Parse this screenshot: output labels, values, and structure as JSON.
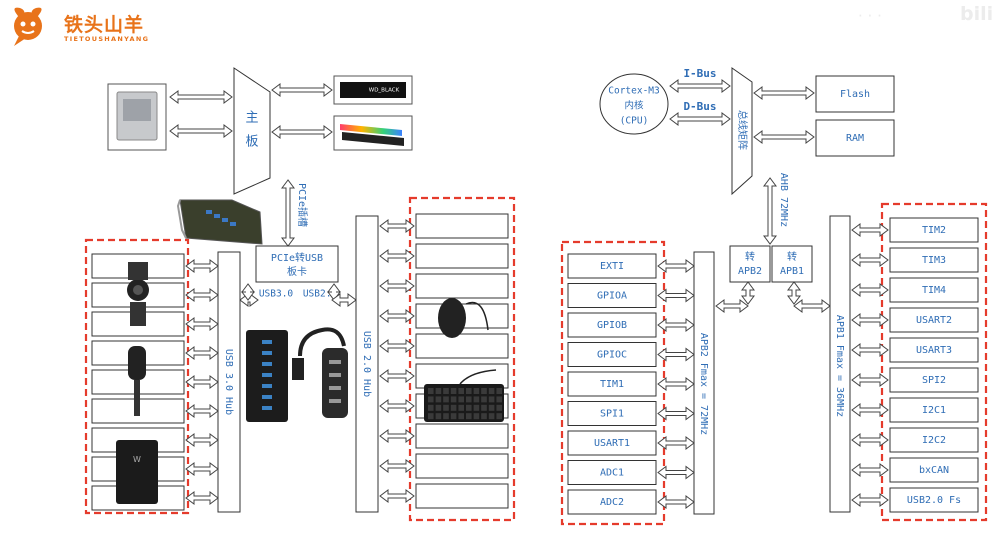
{
  "logo": {
    "name": "铁头山羊",
    "subtitle": "TIETOUSHANYANG",
    "brand_color": "#e8731a"
  },
  "watermark": {
    "text_left": "· · ·",
    "text_right": "bili"
  },
  "left_diagram": {
    "mainboard_label": "主\n板",
    "pcie_slot_label": "PCIe插槽",
    "pcie_card_label_line1": "PCIe转USB",
    "pcie_card_label_line2": "板卡",
    "usb3_port_label": "USB3.0",
    "usb2_port_label": "USB2.0",
    "usb3_hub_label": "USB 3.0 Hub",
    "usb2_hub_label": "USB 2.0 Hub",
    "ssd_brand": "WD_BLACK",
    "usb3_device_slots": 9,
    "usb2_device_slots": 10,
    "highlight_color": "#e53b2c"
  },
  "right_diagram": {
    "cpu_line1": "Cortex-M3",
    "cpu_line2": "内核",
    "cpu_line3": "(CPU)",
    "ibus_label": "I-Bus",
    "dbus_label": "D-Bus",
    "bus_matrix_label": "总线矩阵",
    "flash_label": "Flash",
    "ram_label": "RAM",
    "ahb_label": "AHB 72MHz",
    "bridge2_line1": "转",
    "bridge2_line2": "APB2",
    "bridge1_line1": "转",
    "bridge1_line2": "APB1",
    "apb2_bus_label": "APB2 Fmax = 72MHz",
    "apb1_bus_label": "APB1 Fmax = 36MHz",
    "apb2_peripherals": [
      "EXTI",
      "GPIOA",
      "GPIOB",
      "GPIOC",
      "TIM1",
      "SPI1",
      "USART1",
      "ADC1",
      "ADC2"
    ],
    "apb1_peripherals": [
      "TIM2",
      "TIM3",
      "TIM4",
      "USART2",
      "USART3",
      "SPI2",
      "I2C1",
      "I2C2",
      "bxCAN",
      "USB2.0 Fs"
    ],
    "label_color": "#2f6db5"
  }
}
